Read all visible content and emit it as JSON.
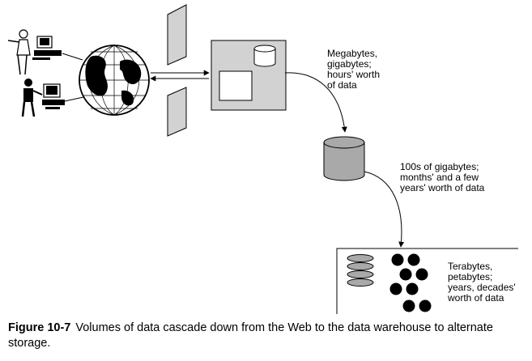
{
  "labels": {
    "web_to_staging": "Megabytes,\ngigabytes;\nhours' worth\nof data",
    "staging_to_warehouse": "100s of gigabytes;\nmonths' and a few\nyears' worth of data",
    "alternate_storage": "Terabytes,\npetabytes;\nyears, decades'\nworth of data"
  },
  "caption": {
    "label": "Figure 10-7",
    "text": "Volumes of data cascade down from the Web to the data warehouse to alternate storage."
  },
  "colors": {
    "panel_gray": "#d2d2d2",
    "cylinder_gray": "#a9a9a9",
    "disk_fill": "#000000"
  },
  "icons": [
    "person-at-computer-icon",
    "globe-icon",
    "firewall-icon",
    "database-icon",
    "disk-pack-icon"
  ]
}
